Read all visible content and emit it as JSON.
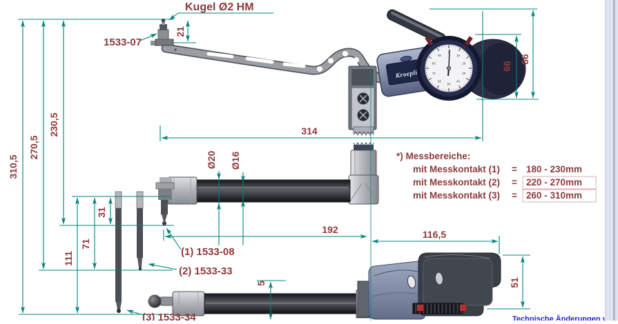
{
  "colors": {
    "dimension_line": "#00837c",
    "dim_text": "#8d3a3c",
    "footer_text": "#2326c9",
    "highlight_box": "#d4919c"
  },
  "annotations": {
    "ball_contact": "Kugel Ø2 HM",
    "arm_part": "1533-07",
    "contact1": "(1) 1533-08",
    "contact2": "(2) 1533-33",
    "contact3": "(3) 1533-34"
  },
  "dimensions": {
    "d21": "21",
    "d310": "310,5",
    "d270": "270,5",
    "d230": "230,5",
    "d111": "111",
    "d71": "71",
    "d31": "31",
    "d314": "314",
    "dia20": "Ø20",
    "dia16": "Ø16",
    "d192": "192",
    "d116": "116,5",
    "d51": "51",
    "d5": "5",
    "d66": "66",
    "d86": "86"
  },
  "messbereiche": {
    "heading": "*) Messbereiche:",
    "rows": [
      {
        "label": "mit Messkontakt (1)",
        "eq": "=",
        "range": "180 - 230mm"
      },
      {
        "label": "mit Messkontakt (2)",
        "eq": "=",
        "range": "220 - 270mm"
      },
      {
        "label": "mit Messkontakt (3)",
        "eq": "=",
        "range": "260 - 310mm"
      }
    ]
  },
  "instrument": {
    "brand": "Kroeplin",
    "dial_numbers": [
      "0",
      "10",
      "20",
      "30",
      "40",
      "50",
      "60",
      "70",
      "80",
      "90"
    ]
  },
  "footer": {
    "note": "Technische Änderungen vorbehalten"
  }
}
